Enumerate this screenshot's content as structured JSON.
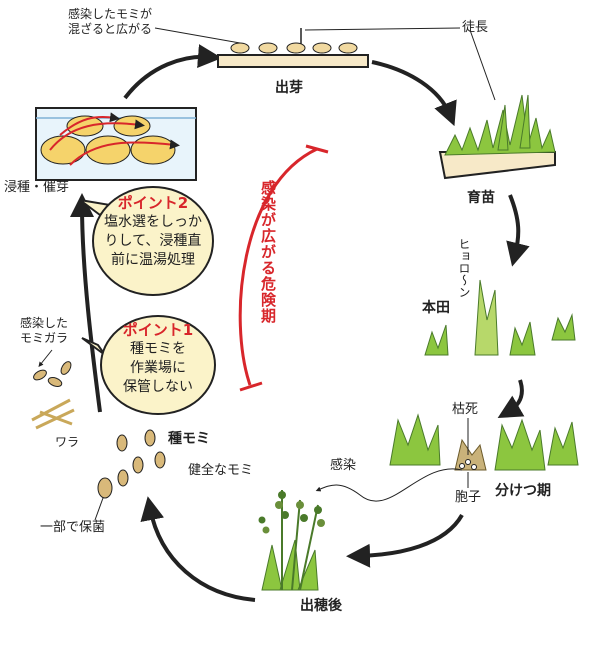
{
  "labels": {
    "infected_seed_note": "感染したモミが\n混ざると広がる",
    "sprouting": "出芽",
    "elongation": "徒長",
    "seedling": "育苗",
    "soaking": "浸種・催芽",
    "sound": "ヒョロ〜ン",
    "main_field": "本田",
    "infected_husk": "感染した\nモミガラ",
    "straw": "ワラ",
    "seed": "種モミ",
    "healthy_seed": "健全なモミ",
    "withered": "枯死",
    "spore": "胞子",
    "tillering": "分けつ期",
    "infection": "感染",
    "partial": "一部で保菌",
    "heading": "出穂後"
  },
  "danger_period": "感染が広がる危険期",
  "point2": {
    "title": "ポイント2",
    "text": "塩水選をしっか\nりして、浸種直\n前に温湯処理"
  },
  "point1": {
    "title": "ポイント1",
    "text": "種モミを\n作業場に\n保管しない"
  },
  "colors": {
    "accent_red": "#d8262b",
    "bubble_fill": "#fbf3c9",
    "grass_green": "#8cc63f",
    "dark_green": "#4a7a2a",
    "seed_tan": "#d9b97a"
  }
}
